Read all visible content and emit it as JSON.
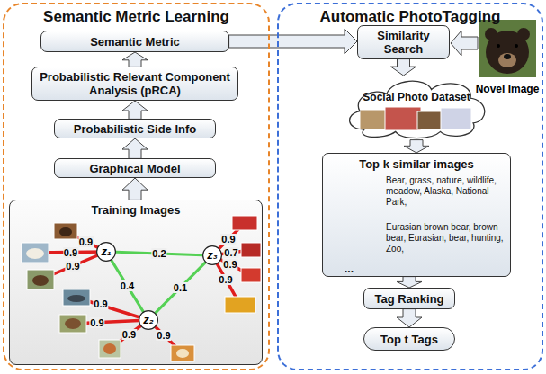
{
  "diagram": {
    "nodes": [
      {
        "text": [
          "Semantic Metric Learning"
        ]
      },
      {
        "text": [
          "Semantic Metric"
        ],
        "in": 0
      },
      {
        "text": [
          "Probabilistic Relevant Component Analysis (pRCA)"
        ],
        "in": 0
      },
      {
        "text": [
          "Probabilistic Side Info"
        ],
        "in": 0
      },
      {
        "text": [
          "Graphical Model"
        ],
        "in": 0
      },
      {
        "text": [
          "Training Images"
        ],
        "in": 0
      },
      {
        "text": [
          "z₁"
        ],
        "in": 5
      },
      {
        "text": [
          "z₂"
        ],
        "in": 5
      },
      {
        "text": [
          "z₃"
        ],
        "in": 5
      },
      {
        "text": [
          "Automatic PhotoTagging"
        ]
      },
      {
        "text": [
          "Similarity Search"
        ],
        "in": 9
      },
      {
        "text": [
          "Social Photo Dataset"
        ],
        "in": 9
      },
      {
        "text": [
          "Top k similar images",
          "Bear, grass, nature, wildlife, meadow, Alaska, National Park,",
          "Eurasian brown bear, brown bear, Eurasian, bear, hunting, Zoo,",
          "..."
        ],
        "in": 9
      },
      {
        "text": [
          "Tag Ranking"
        ],
        "in": 9
      },
      {
        "text": [
          "Top t Tags"
        ],
        "in": 9
      }
    ],
    "edges": [
      {
        "from": 5,
        "to": 4,
        "arrow": "to"
      },
      {
        "from": 4,
        "to": 3,
        "arrow": "to"
      },
      {
        "from": 3,
        "to": 2,
        "arrow": "to"
      },
      {
        "from": 2,
        "to": 1,
        "arrow": "to"
      },
      {
        "from": 1,
        "to": 10,
        "arrow": "to"
      },
      {
        "from": 10,
        "to": 11,
        "arrow": "to"
      },
      {
        "from": 11,
        "to": 12,
        "arrow": "to"
      },
      {
        "from": 12,
        "to": 13,
        "arrow": "to"
      },
      {
        "from": 13,
        "to": 14,
        "arrow": "to"
      },
      {
        "from": 6,
        "to": 8,
        "label": "0.2",
        "arrow": "none"
      },
      {
        "from": 6,
        "to": 7,
        "label": "0.4",
        "arrow": "none"
      },
      {
        "from": 7,
        "to": 8,
        "label": "0.1",
        "arrow": "none"
      }
    ],
    "labels": [
      "0.9",
      "0.9",
      "0.9",
      "0.9",
      "0.9",
      "0.9",
      "0.9",
      "0.9",
      "0.7",
      "0.9",
      "0.9",
      "Novel Image"
    ]
  }
}
